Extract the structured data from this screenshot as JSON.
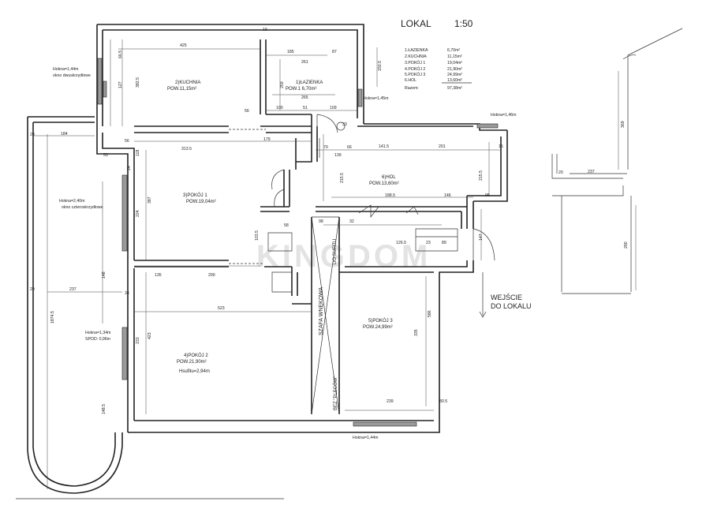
{
  "title": {
    "lokal": "LOKAL",
    "scale": "1:50"
  },
  "legend": {
    "rows": [
      {
        "name": "1.ŁAZIENKA",
        "area": "6,70m²"
      },
      {
        "name": "2.KUCHNIA",
        "area": "11,15m²"
      },
      {
        "name": "3.POKÓJ 1",
        "area": "19,04m²"
      },
      {
        "name": "4.POKÓJ 2",
        "area": "21,90m²"
      },
      {
        "name": "5.POKÓJ 3",
        "area": "24,99m²"
      },
      {
        "name": "6.HOL",
        "area": "13,60m²"
      }
    ],
    "total_label": "Razem:",
    "total_value": "97,38m²"
  },
  "rooms": {
    "kuchnia": {
      "name": "2)KUCHNIA",
      "area": "POW.11,15m²"
    },
    "lazienka": {
      "name": "1)ŁAZIENKA",
      "area": "POW.1 6,70m²"
    },
    "pokoj1": {
      "name": "3)POKÓJ 1",
      "area": "POW.19,04m²"
    },
    "hol": {
      "name": "6)HOL",
      "area": "POW.13,60m²"
    },
    "pokoj2": {
      "name": "4)POKÓJ 2",
      "area": "POW.21,90m²",
      "height": "Hsufitu=2,94m"
    },
    "pokoj3": {
      "name": "5)POKÓJ 3",
      "area": "POW.24,99m²"
    }
  },
  "notes": {
    "okno_dwuskrzydlowe_h": "Hokna=1,44m",
    "okno_dwuskrzydlowe": "okno dwuskrzydłowe",
    "okno_czteroskrzydlowe_h": "Hokna=2,40m",
    "okno_czteroskrzydlowe": "okno czteroskrzydłowe",
    "h_134": "Hokna=1,34m",
    "spod": "SPOD: 0,96m",
    "h_145": "Hokna=1,45m",
    "h_146": "Hokna=1,46m",
    "h_144_bottom": "Hokna=1,44m",
    "szafa_wnekowa": "SZAFA WNĘKOWA",
    "do_sufitu": "DO SUFITU",
    "bez_plecow": "BEZ \"PLECÓW\"",
    "wejscie": "WEJŚCIE",
    "do_lokalu": "DO LOKALU",
    "watermark": "KINGDOM"
  },
  "dimensions": {
    "d425": "425",
    "d19": "19",
    "d185": "185",
    "d87": "87",
    "d265": "265",
    "d56": "56",
    "d51": "51",
    "d109": "109",
    "d33": "33",
    "d70": "70",
    "d66": "66",
    "d1415": "141.5",
    "d201": "201",
    "d15": "15",
    "d179": "179",
    "d3135": "313.5",
    "d1885": "188.5",
    "d146": "146",
    "d95": "95",
    "d2155": "215.5",
    "d147": "147",
    "d98": "98",
    "d32": "32",
    "d1265": "126.5",
    "d23": "23",
    "d89": "89",
    "d58": "58",
    "d1035": "103.5",
    "d135": "135",
    "d290": "290",
    "d523": "523",
    "d237": "237",
    "d20": "20",
    "d184": "184",
    "d148": "148",
    "d34": "34",
    "d1745": "1874.5",
    "d1485": "148.5",
    "d423": "423",
    "d233": "233",
    "d335": "335",
    "d586": "586",
    "d239": "239",
    "d805": "80.5",
    "d387": "387",
    "d224": "224",
    "d369": "369",
    "d2372": "237",
    "d290r": "290",
    "d3825": "382.5",
    "d127": "127",
    "d665": "66.5",
    "d1505": "150.5",
    "d259": "259",
    "d261": "261",
    "d100": "100",
    "d139": "139",
    "d53": "53",
    "d24": "24",
    "d118": "118"
  }
}
